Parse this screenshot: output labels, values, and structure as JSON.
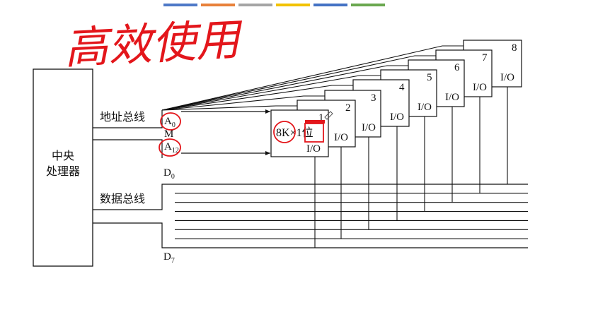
{
  "tab_colors": [
    "#4e79c7",
    "#e8813a",
    "#a5a5a5",
    "#f2c200",
    "#4472c4",
    "#6aa84f"
  ],
  "handwriting": {
    "text": "高效使用",
    "color": "#e3161b"
  },
  "cpu": {
    "label_line1": "中央",
    "label_line2": "处理器"
  },
  "address_bus": {
    "label": "地址总线",
    "a0": "A",
    "a0_sub": "0",
    "m": "M",
    "a12": "A",
    "a12_sub": "12"
  },
  "data_bus": {
    "label": "数据总线",
    "d0": "D",
    "d0_sub": "0",
    "d7": "D",
    "d7_sub": "7"
  },
  "chip": {
    "capacity": "8K",
    "times": "×",
    "width": "1位",
    "io": "I/O"
  },
  "chips": [
    {
      "number": "1",
      "io": "I/O"
    },
    {
      "number": "2",
      "io": "I/O"
    },
    {
      "number": "3",
      "io": "I/O"
    },
    {
      "number": "4",
      "io": "I/O"
    },
    {
      "number": "5",
      "io": "I/O"
    },
    {
      "number": "6",
      "io": "I/O"
    },
    {
      "number": "7",
      "io": "I/O"
    },
    {
      "number": "8",
      "io": "I/O"
    }
  ],
  "annotation_color": "#e3161b"
}
